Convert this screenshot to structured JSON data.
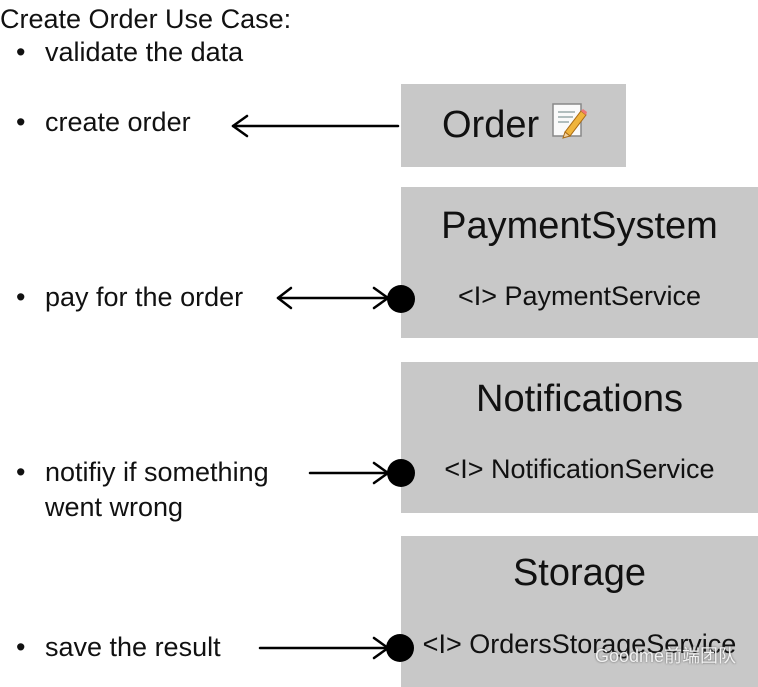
{
  "heading": "Create Order Use Case:",
  "bullet_symbol": "•",
  "steps": [
    {
      "text": "validate the data"
    },
    {
      "text": "create order"
    },
    {
      "text": "pay for the order"
    },
    {
      "text": "notifiy if something",
      "text2": "went wrong"
    },
    {
      "text": "save the result"
    }
  ],
  "modules": {
    "order": {
      "title": "Order",
      "icon": "memo-icon"
    },
    "payment": {
      "title": "PaymentSystem",
      "interface": "<I> PaymentService"
    },
    "notifications": {
      "title": "Notifications",
      "interface": "<I> NotificationService"
    },
    "storage": {
      "title": "Storage",
      "interface": "<I> OrdersStorageService"
    }
  },
  "watermark": "Goodme前端团队",
  "colors": {
    "box": "#c8c8c8",
    "arrow": "#000000",
    "text": "#111111"
  }
}
